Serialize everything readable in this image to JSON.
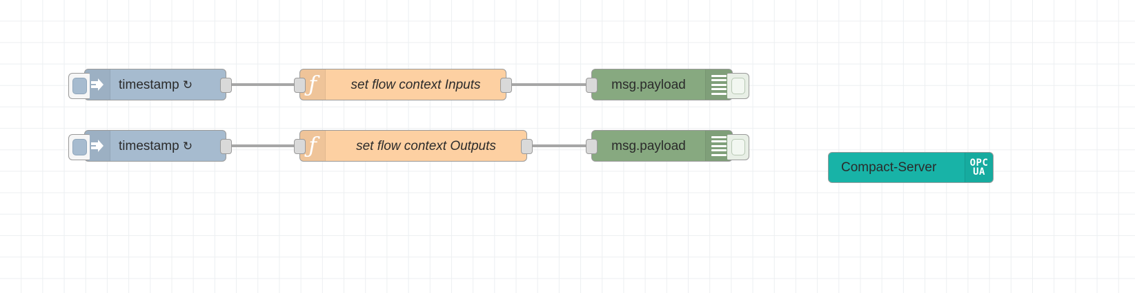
{
  "app": {
    "name": "Node-RED flow editor canvas"
  },
  "canvas": {
    "background_color": "#ffffff",
    "grid_color": "#eceff1"
  },
  "palette": {
    "inject_color": "#a6bbcf",
    "function_color": "#fdd0a2",
    "debug_color": "#87a980",
    "opcua_color": "#18b3a7",
    "wire_color": "#a6a6a6",
    "port_color": "#d9d9d9",
    "node_border_color": "#999999"
  },
  "flows": [
    {
      "id": "row-1",
      "inject": {
        "label": "timestamp",
        "repeat_glyph": "↻",
        "icon": "inject-arrow-icon",
        "button_label": ""
      },
      "function": {
        "label": "set flow context Inputs",
        "icon": "function-f-icon",
        "glyph": "ƒ"
      },
      "debug": {
        "label": "msg.payload",
        "icon": "debug-lines-icon",
        "toggle_label": ""
      }
    },
    {
      "id": "row-2",
      "inject": {
        "label": "timestamp",
        "repeat_glyph": "↻",
        "icon": "inject-arrow-icon",
        "button_label": ""
      },
      "function": {
        "label": "set flow context Outputs",
        "icon": "function-f-icon",
        "glyph": "ƒ"
      },
      "debug": {
        "label": "msg.payload",
        "icon": "debug-lines-icon",
        "toggle_label": ""
      }
    }
  ],
  "opcua_node": {
    "label": "Compact-Server",
    "icon": "opc-ua-icon",
    "icon_line1": "OPC",
    "icon_line2": "UA"
  }
}
